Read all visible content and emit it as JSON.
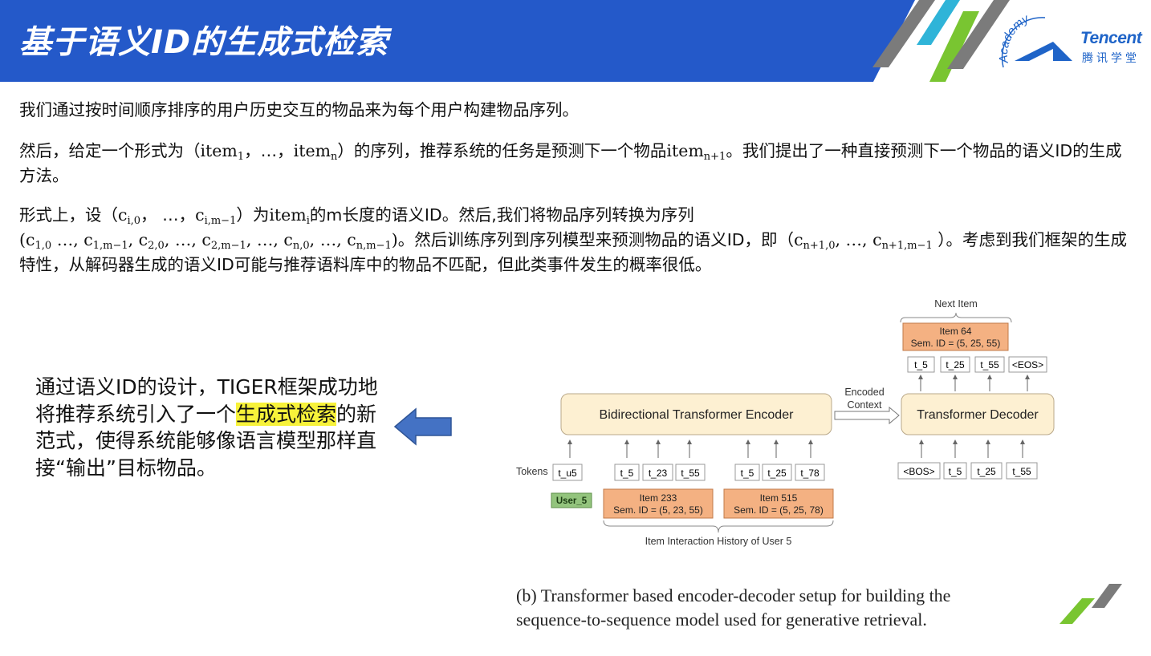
{
  "header": {
    "title": "基于语义ID的生成式检索",
    "logo_word": "Tencent",
    "logo_arc": "Academy",
    "logo_cn": "腾讯学堂"
  },
  "paragraphs": {
    "p1": "我们通过按时间顺序排序的用户历史交互的物品来为每个用户构建物品序列。",
    "p2": {
      "before": "然后，给定一个形式为（",
      "item": "item",
      "sub1": "1",
      "sep1": "，…，",
      "sub_n": "n",
      "mid": "）的序列，推荐系统的任务是预测下一个物品",
      "sub_n1": "n+1",
      "after": "。我们提出了一种直接预测下一个物品的语义ID的生成方法。"
    },
    "p3": {
      "before": "形式上，设（",
      "c": "c",
      "sub_i0": "i,0",
      "sep1": "，  …，",
      "sub_im1": "i,m−1",
      "mid1": "）为",
      "sub_i": "i",
      "mid2": "的m长度的语义ID。然后,我们将物品序列转换为序列",
      "seq_open": "(",
      "s10": "1,0",
      "dots1": " …, ",
      "s1m": "1,m−1",
      "comma": ", ",
      "s20": "2,0",
      "dots2": ", …, ",
      "s2m": "2,m−1",
      "dots3": ", …, ",
      "sn0": "n,0",
      "snm": "n,m−1",
      "seq_close": ")",
      "mid3": "。然后训练序列到序列模型来预测物品的语义ID，即（",
      "sn10": "n+1,0",
      "sn1m": "n+1,m−1",
      "mid4": " ）。考虑到我们框架的生成特性，从解码器生成的语义ID可能与推荐语料库中的物品不匹配，但此类事件发生的概率很低。"
    }
  },
  "summary": {
    "part1": "通过语义ID的设计，TIGER框架成功地将推荐系统引入了一个",
    "highlight": "生成式检索",
    "part2": "的新范式，使得系统能够像语言模型那样直接“输出”目标物品。"
  },
  "diagram": {
    "encoder_label": "Bidirectional Transformer Encoder",
    "decoder_label": "Transformer Decoder",
    "encoded_context": [
      "Encoded",
      "Context"
    ],
    "next_item_label": "Next Item",
    "next_item": {
      "title": "Item 64",
      "sem_id": "Sem. ID = (5, 25, 55)"
    },
    "output_tokens": [
      "t_5",
      "t_25",
      "t_55",
      "<EOS>"
    ],
    "tokens_label": "Tokens",
    "user_token": "t_u5",
    "user_label": "User_5",
    "item1_tokens": [
      "t_5",
      "t_23",
      "t_55"
    ],
    "item2_tokens": [
      "t_5",
      "t_25",
      "t_78"
    ],
    "item1": {
      "title": "Item 233",
      "sem_id": "Sem. ID = (5, 23, 55)"
    },
    "item2": {
      "title": "Item 515",
      "sem_id": "Sem. ID = (5, 25, 78)"
    },
    "history_label": "Item Interaction History of User 5",
    "decoder_inputs": [
      "<BOS>",
      "t_5",
      "t_25",
      "t_55"
    ]
  },
  "caption": {
    "line1": "(b) Transformer based encoder-decoder setup for building the",
    "line2": "sequence-to-sequence model used for generative retrieval."
  },
  "colors": {
    "header_blue": "#2459c9",
    "stripe_gray": "#7b7b7b",
    "stripe_green": "#79c531",
    "stripe_cyan": "#2fb4d8",
    "highlight": "#f7f23a",
    "arrow_blue": "#4472c4",
    "box_cream": "#fdf0d2",
    "box_orange": "#f4b182",
    "user_green": "#93c47d"
  }
}
